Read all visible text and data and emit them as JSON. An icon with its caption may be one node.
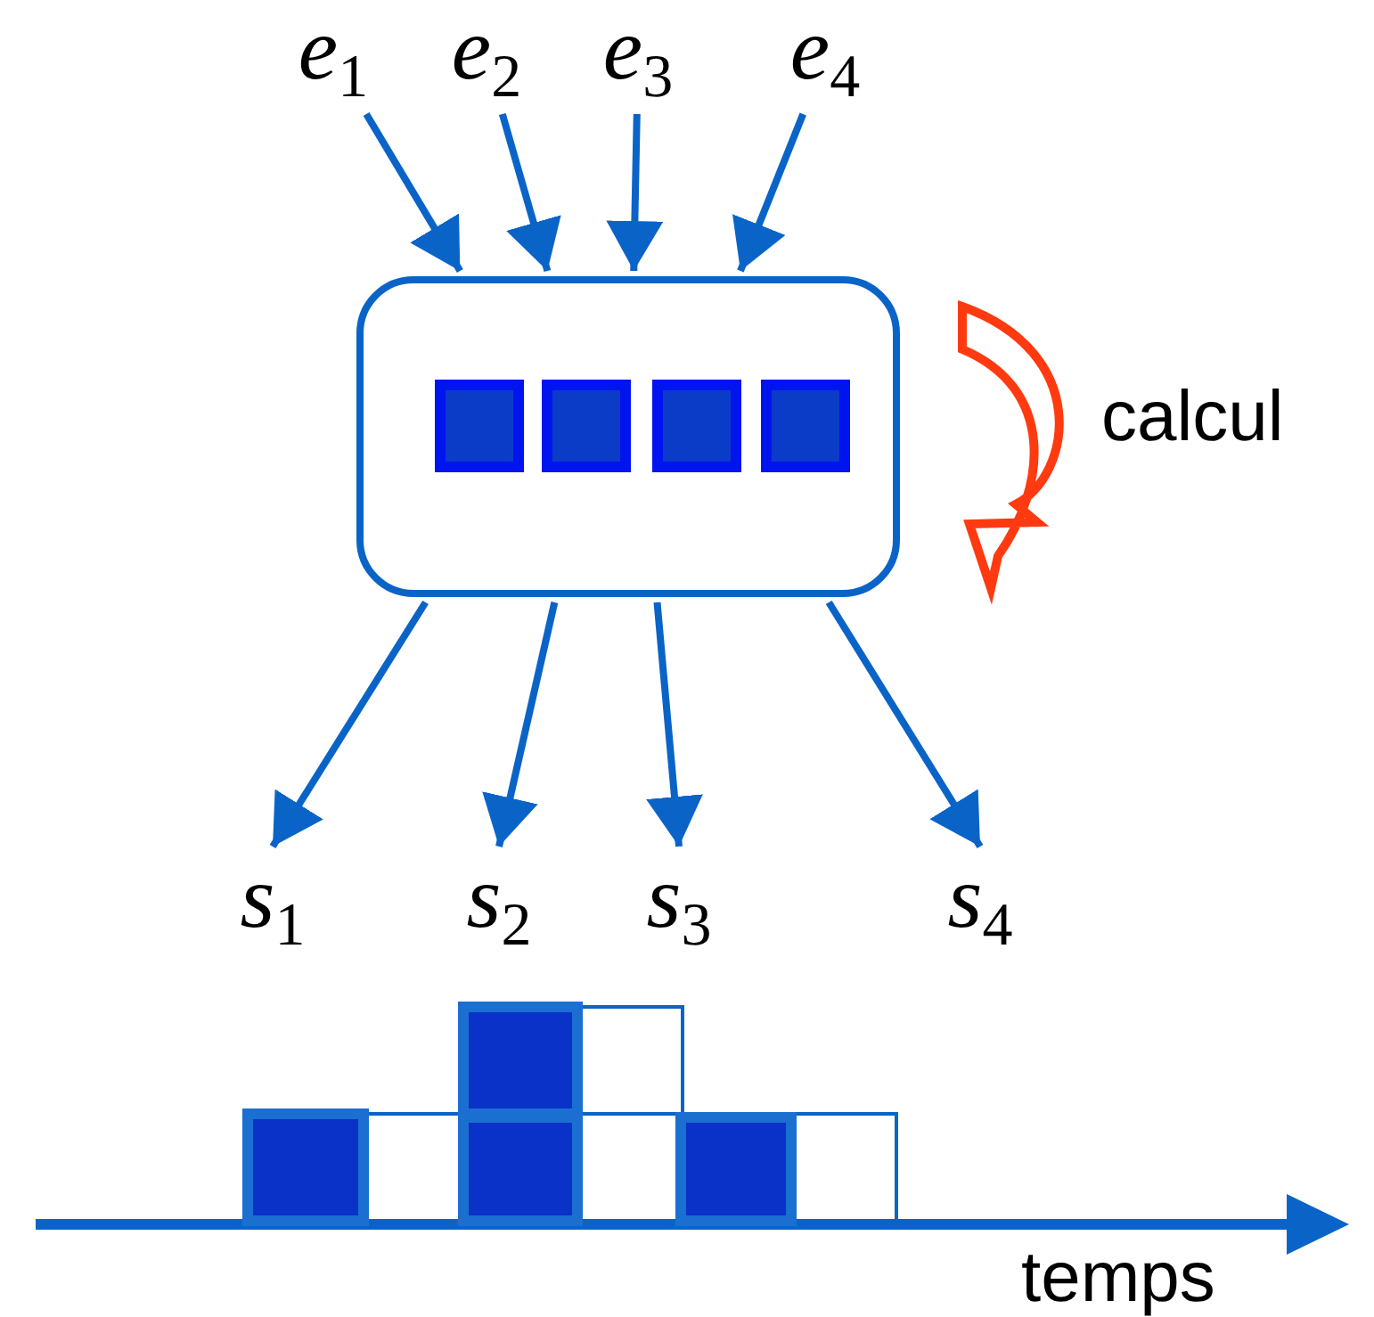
{
  "diagram": {
    "nodes": [
      {
        "text": [
          "e$_{1}$"
        ]
      },
      {
        "text": [
          "e$_{2}$"
        ]
      },
      {
        "text": [
          "e$_{3}$"
        ]
      },
      {
        "text": [
          "e$_{4}$"
        ]
      },
      {
        "text": [],
        "shape": "box"
      },
      {
        "text": [
          "s$_{1}$"
        ]
      },
      {
        "text": [
          "s$_{2}$"
        ]
      },
      {
        "text": [
          "s$_{3}$"
        ]
      },
      {
        "text": [
          "s$_{4}$"
        ]
      }
    ],
    "edges": [
      {
        "from": 0,
        "to": 4,
        "arrow": "to"
      },
      {
        "from": 1,
        "to": 4,
        "arrow": "to"
      },
      {
        "from": 2,
        "to": 4,
        "arrow": "to"
      },
      {
        "from": 3,
        "to": 4,
        "arrow": "to"
      },
      {
        "from": 4,
        "to": 5,
        "arrow": "to"
      },
      {
        "from": 4,
        "to": 6,
        "arrow": "to"
      },
      {
        "from": 4,
        "to": 7,
        "arrow": "to"
      },
      {
        "from": 4,
        "to": 8,
        "arrow": "to"
      }
    ],
    "labels": [
      "calcul",
      "temps"
    ]
  }
}
